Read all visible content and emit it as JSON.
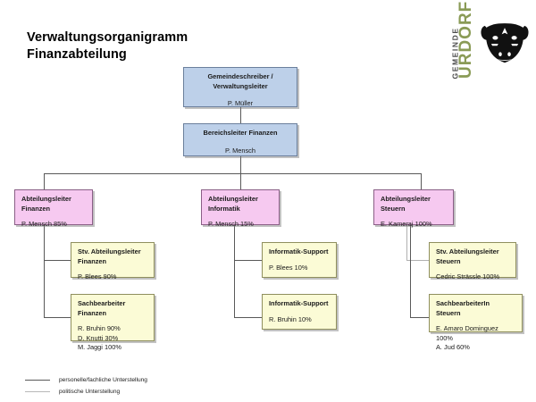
{
  "document": {
    "title_line1": "Verwaltungsorganigramm",
    "title_line2": "Finanzabteilung"
  },
  "logo": {
    "word_top": "GEMEINDE",
    "word_main": "URDORF",
    "icon": "bull-head-icon",
    "color_gemeinde": "#4a4a4a",
    "color_urdorf": "#8a9b56"
  },
  "chart_data": {
    "type": "org-chart",
    "title": "Verwaltungsorganigramm Finanzabteilung",
    "colors": {
      "level_top": "#bdd0e9",
      "level_department": "#f6c9f0",
      "level_staff": "#fbfbd6",
      "line_personal": "#595959",
      "line_political": "#b0b0b0"
    },
    "nodes": [
      {
        "id": "gemeindeschreiber",
        "role": "Gemeindeschreiber /\nVerwaltungsleiter",
        "people": "P. Müller",
        "level": 0,
        "color": "blue"
      },
      {
        "id": "bereichsleiter-finanzen",
        "role": "Bereichsleiter Finanzen",
        "people": "P. Mensch",
        "level": 1,
        "color": "blue"
      },
      {
        "id": "abteilungsleiter-finanzen",
        "role": "Abteilungsleiter\nFinanzen",
        "people": "P. Mensch 85%",
        "level": 2,
        "color": "pink"
      },
      {
        "id": "abteilungsleiter-informatik",
        "role": "Abteilungsleiter\nInformatik",
        "people": "P. Mensch 15%",
        "level": 2,
        "color": "pink"
      },
      {
        "id": "abteilungsleiter-steuern",
        "role": "Abteilungsleiter\nSteuern",
        "people": "E. Kameraj 100%",
        "level": 2,
        "color": "pink"
      },
      {
        "id": "stv-abteilungsleiter-finanzen",
        "role": "Stv. Abteilungsleiter\nFinanzen",
        "people": "P. Blees 90%",
        "level": 3,
        "color": "yellow"
      },
      {
        "id": "sachbearbeiter-finanzen",
        "role": "Sachbearbeiter\nFinanzen",
        "people": "R. Bruhin 90%\nD. Knutti 30%\nM. Jaggi 100%",
        "level": 3,
        "color": "yellow"
      },
      {
        "id": "informatik-support-1",
        "role": "Informatik-Support",
        "people": "P. Blees 10%",
        "level": 3,
        "color": "yellow"
      },
      {
        "id": "informatik-support-2",
        "role": "Informatik-Support",
        "people": "R. Bruhin 10%",
        "level": 3,
        "color": "yellow"
      },
      {
        "id": "stv-abteilungsleiter-steuern",
        "role": "Stv. Abteilungsleiter\nSteuern",
        "people": "Cedric Strässle 100%",
        "level": 3,
        "color": "yellow"
      },
      {
        "id": "sachbearbeiterin-steuern",
        "role": "SachbearbeiterIn Steuern",
        "people": "E. Amaro Dominguez 100%\nA. Jud 60%",
        "level": 3,
        "color": "yellow"
      }
    ],
    "edges": [
      {
        "from": "gemeindeschreiber",
        "to": "bereichsleiter-finanzen",
        "type": "personal"
      },
      {
        "from": "bereichsleiter-finanzen",
        "to": "abteilungsleiter-finanzen",
        "type": "personal"
      },
      {
        "from": "bereichsleiter-finanzen",
        "to": "abteilungsleiter-informatik",
        "type": "personal"
      },
      {
        "from": "bereichsleiter-finanzen",
        "to": "abteilungsleiter-steuern",
        "type": "personal"
      },
      {
        "from": "abteilungsleiter-finanzen",
        "to": "stv-abteilungsleiter-finanzen",
        "type": "personal"
      },
      {
        "from": "abteilungsleiter-finanzen",
        "to": "sachbearbeiter-finanzen",
        "type": "personal"
      },
      {
        "from": "abteilungsleiter-informatik",
        "to": "informatik-support-1",
        "type": "personal"
      },
      {
        "from": "abteilungsleiter-informatik",
        "to": "informatik-support-2",
        "type": "personal"
      },
      {
        "from": "abteilungsleiter-steuern",
        "to": "stv-abteilungsleiter-steuern",
        "type": "political"
      },
      {
        "from": "abteilungsleiter-steuern",
        "to": "sachbearbeiterin-steuern",
        "type": "personal"
      }
    ]
  },
  "legend": {
    "items": [
      {
        "label": "personelle/fachliche Unterstellung",
        "style": "pers"
      },
      {
        "label": "politische Unterstellung",
        "style": "pol"
      }
    ]
  }
}
